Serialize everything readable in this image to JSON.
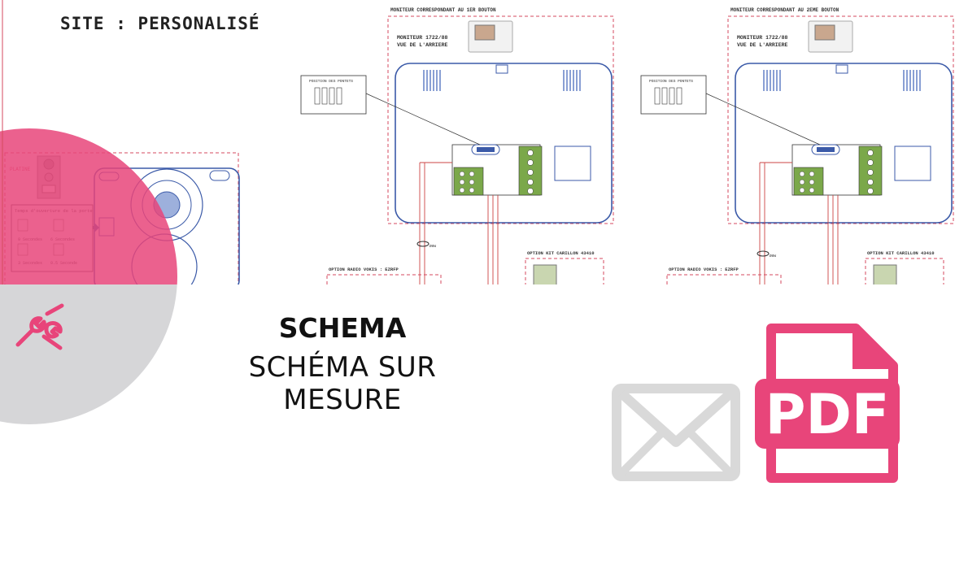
{
  "header": {
    "site_label": "SITE : PERSONALISÉ"
  },
  "diagram": {
    "monitor_blocks": [
      {
        "title": "MONITEUR CORRESPONDANT AU 1ER BOUTON",
        "model": "MONITEUR 1722/88",
        "view": "VUE DE L'ARRIERE",
        "dip_title": "POSITION DES PONTETS",
        "radio_option": "OPTION RADIO VOKIS : EZRFP",
        "chime_option": "OPTION KIT CARILLON 43410",
        "cable_label": "Ø8W"
      },
      {
        "title": "MONITEUR CORRESPONDANT AU 2EME BOUTON",
        "model": "MONITEUR 1722/88",
        "view": "VUE DE L'ARRIERE",
        "dip_title": "POSITION DES PONTETS",
        "radio_option": "OPTION RADIO VOKIS : EZRFP",
        "chime_option": "OPTION KIT CARILLON 43410",
        "cable_label": "Ø8W"
      }
    ],
    "door_time": {
      "title": "Temps d'ouverture de la porte",
      "options": [
        "9 Secondes",
        "6 Secondes",
        "3 Secondes",
        "0.5 Seconde"
      ]
    },
    "plate_label": "PLATINE"
  },
  "content": {
    "heading": "SCHEMA",
    "subheading": "SCHÉMA SUR MESURE"
  },
  "icons": {
    "wrench": "wrench-icon",
    "mail": "mail-icon",
    "pdf": "pdf-document-icon",
    "pdf_text": "PDF"
  },
  "colors": {
    "accent": "#e8457a",
    "gray_circle": "#d6d6d8",
    "icon_gray": "#d9d9d9"
  }
}
